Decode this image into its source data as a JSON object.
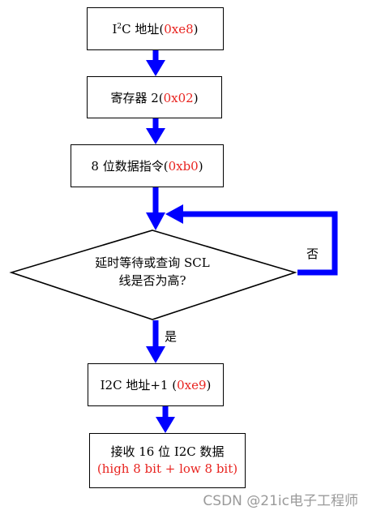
{
  "step1": {
    "prefix": "I",
    "sup": "2",
    "suffix": "C 地址(",
    "code": "0xe8",
    "close": ")"
  },
  "step2": {
    "text": "寄存器 2(",
    "code": "0x02",
    "close": ")"
  },
  "step3": {
    "text": "8 位数据指令(",
    "code": "0xb0",
    "close": ")"
  },
  "decision": {
    "line1": "延时等待或查询 SCL",
    "line2": "线是否为高?",
    "no_label": "否",
    "yes_label": "是"
  },
  "step4": {
    "text": "I2C 地址+1 (",
    "code": "0xe9",
    "close": ")"
  },
  "step5": {
    "line1": "接收 16 位 I2C 数据",
    "line2": "(high 8 bit + low 8 bit)"
  },
  "watermark": "CSDN @21ic电子工程师",
  "colors": {
    "arrow": "#0000ff",
    "code": "#e8231f"
  }
}
